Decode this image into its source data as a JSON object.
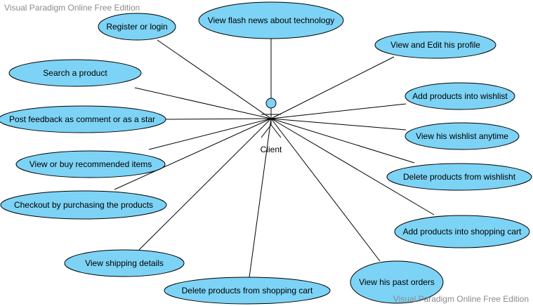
{
  "watermark": {
    "top": "Visual Paradigm Online Free Edition",
    "bottom": "Visual Paradigm Online Free Edition"
  },
  "colors": {
    "usecase_fill": "#7dd3f5",
    "line": "#000000",
    "watermark": "#8a8a8a"
  },
  "actor": {
    "name": "Client"
  },
  "use_cases": [
    {
      "id": "register",
      "label": "Register or login"
    },
    {
      "id": "flash-news",
      "label": "View flash news about technology"
    },
    {
      "id": "edit-profile",
      "label": "View and Edit his profile"
    },
    {
      "id": "search",
      "label": "Search a product"
    },
    {
      "id": "add-wishlist",
      "label": "Add products into wishlist"
    },
    {
      "id": "feedback",
      "label": "Post feedback as comment or as a star"
    },
    {
      "id": "view-wishlist",
      "label": "View his wishlist anytime"
    },
    {
      "id": "recommended",
      "label": "View or buy recommended items"
    },
    {
      "id": "delete-wishlist",
      "label": "Delete products from wishlisht"
    },
    {
      "id": "checkout",
      "label": "Checkout by purchasing the products"
    },
    {
      "id": "add-cart",
      "label": "Add products into shopping cart"
    },
    {
      "id": "shipping",
      "label": "View shipping details"
    },
    {
      "id": "past-orders",
      "label": "View his past orders"
    },
    {
      "id": "delete-cart",
      "label": "Delete products from shopping cart"
    }
  ]
}
